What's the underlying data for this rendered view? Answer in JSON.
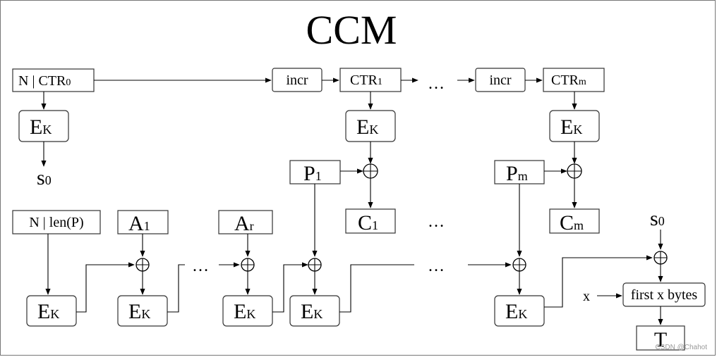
{
  "title": "CCM",
  "counter_row": {
    "start_label": "N | CTR",
    "start_sub": "0",
    "incr_label": "incr",
    "ctr1_label": "CTR",
    "ctr1_sub": "1",
    "ctrm_label": "CTR",
    "ctrm_sub": "m",
    "ellipsis": "…"
  },
  "encrypt": {
    "label": "E",
    "sub": "K"
  },
  "s0": {
    "label": "s",
    "sub": "0"
  },
  "plaintext": {
    "p1_label": "P",
    "p1_sub": "1",
    "pm_label": "P",
    "pm_sub": "m"
  },
  "ciphertext": {
    "c1_label": "C",
    "c1_sub": "1",
    "cm_label": "C",
    "cm_sub": "m",
    "ellipsis": "…"
  },
  "mac_chain": {
    "start_label": "N | len(P)",
    "a1_label": "A",
    "a1_sub": "1",
    "ar_label": "A",
    "ar_sub": "r",
    "ellipsis": "…"
  },
  "tag": {
    "x_label": "x",
    "truncate_label": "first x bytes",
    "t_label": "T"
  },
  "watermark": "CSDN @Chahot"
}
